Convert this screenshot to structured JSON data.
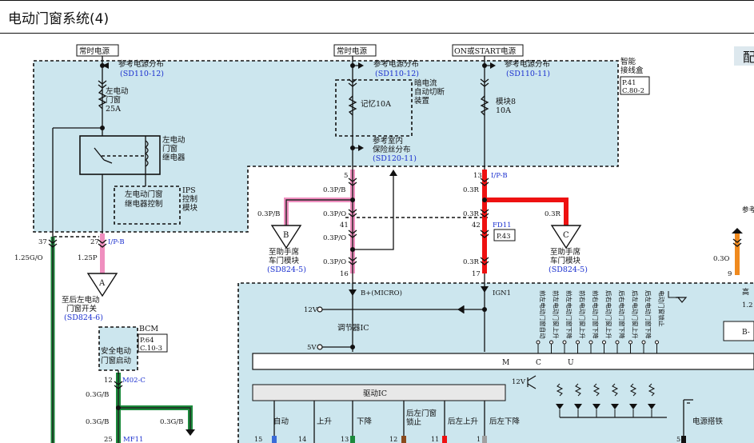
{
  "title": "电动门窗系统(4)",
  "colors": {
    "fill": "#cce6ee",
    "pink": "#ef8fbf",
    "red": "#ee1111",
    "green": "#1c8a3c",
    "orange": "#f08a1e",
    "gray": "#a0a0a0",
    "black": "#111111",
    "blue": "#1a2fcf"
  },
  "boxes": {
    "always_power_1": "常时电源",
    "always_power_2": "常时电源",
    "on_start_power": "ON或START电源",
    "right_edge": "配"
  },
  "labels": {
    "ref_power_dist": "参考电源分布",
    "sd110_12": "(SD110-12)",
    "sd110_11": "(SD110-11)",
    "left_window_fuse_1": "左电动",
    "left_window_fuse_2": "门窗",
    "left_window_fuse_3": "25A",
    "relay_1": "左电动",
    "relay_2": "门窗",
    "relay_3": "继电器",
    "relay_ctrl_1": "左电动门窗",
    "relay_ctrl_2": "继电器控制",
    "ips_1": "IPS",
    "ips_2": "控制",
    "ips_3": "模块",
    "dark_current_1": "暗电流",
    "dark_current_2": "自动切断",
    "dark_current_3": "装置",
    "memory_fuse": "记忆10A",
    "module8_1": "模块8",
    "module8_2": "10A",
    "ref_indoor_1": "参考室内",
    "ref_indoor_2": "保险丝分布",
    "sd120_11": "(SD120-11)",
    "smart_box_1": "智能",
    "smart_box_2": "接线盒",
    "p41": "P.41",
    "c80_2": "C.80-2",
    "pin5": "5",
    "pin13": "13",
    "ipb": "I/P-B",
    "w03pb_1": "0.3P/B",
    "w03pb_2": "0.3P/B",
    "w03po_1": "0.3P/O",
    "w03po_2": "0.3P/O",
    "w03po_3": "0.3P/O",
    "pin41": "41",
    "pin42": "42",
    "w03r_1": "0.3R",
    "w03r_2": "0.3R",
    "w03r_3": "0.3R",
    "w03r_4": "0.3R",
    "fd11": "FD11",
    "p43": "P.43",
    "pin16": "16",
    "pin17": "17",
    "conn_b": "B",
    "conn_c": "C",
    "conn_a": "A",
    "to_pass_1": "至助手席",
    "to_pass_2": "车门模块",
    "sd824_5a": "(SD824-5)",
    "sd824_5b": "(SD824-5)",
    "pin37": "37",
    "pin27": "27",
    "ipb_2": "I/P-B",
    "w125go": "1.25G/O",
    "w125p": "1.25P",
    "to_rear_1": "至后左电动",
    "to_rear_2": "门窗开关",
    "sd824_6": "(SD824-6)",
    "bcm": "BCM",
    "p64": "P.64",
    "c10_3": "C.10-3",
    "safety_1": "安全电动",
    "safety_2": "门窗启动",
    "pin12": "12",
    "m02c": "M02-C",
    "w03gb_1": "0.3G/B",
    "w03gb_2": "0.3G/B",
    "w03gb_3": "0.3G/B",
    "pin25": "25",
    "mf11": "MF11",
    "bmicro": "B+(MICRO)",
    "ign1": "IGN1",
    "v12_1": "12V",
    "v12_2": "12V",
    "v5": "5V",
    "regulator_ic": "调节器IC",
    "mcu_m": "M",
    "mcu_c": "C",
    "mcu_u": "U",
    "drive_ic": "驱动IC",
    "auto": "自动",
    "up": "上升",
    "down": "下降",
    "rear_lock_1": "后左门窗",
    "rear_lock_2": "锁止",
    "rear_up": "后左上升",
    "rear_down": "后左下降",
    "power_ground": "电源搭铁",
    "b_pin": "B-",
    "w03o": "0.3O",
    "pin9": "9",
    "ref_right": "参考",
    "high": "高",
    "v12_3": "1.2"
  },
  "vertical_labels": [
    "前左电动门窗自动",
    "前左电动门窗上升",
    "前左电动门窗下降",
    "前右电动门窗上升",
    "前右电动门窗下降",
    "后右电动门窗上升",
    "后右电动门窗下降",
    "后左电动门窗上升",
    "后左电动门窗下降",
    "电动门窗锁止"
  ],
  "bottom_pins": [
    "15",
    "14",
    "13",
    "12",
    "11",
    "1",
    "5"
  ]
}
